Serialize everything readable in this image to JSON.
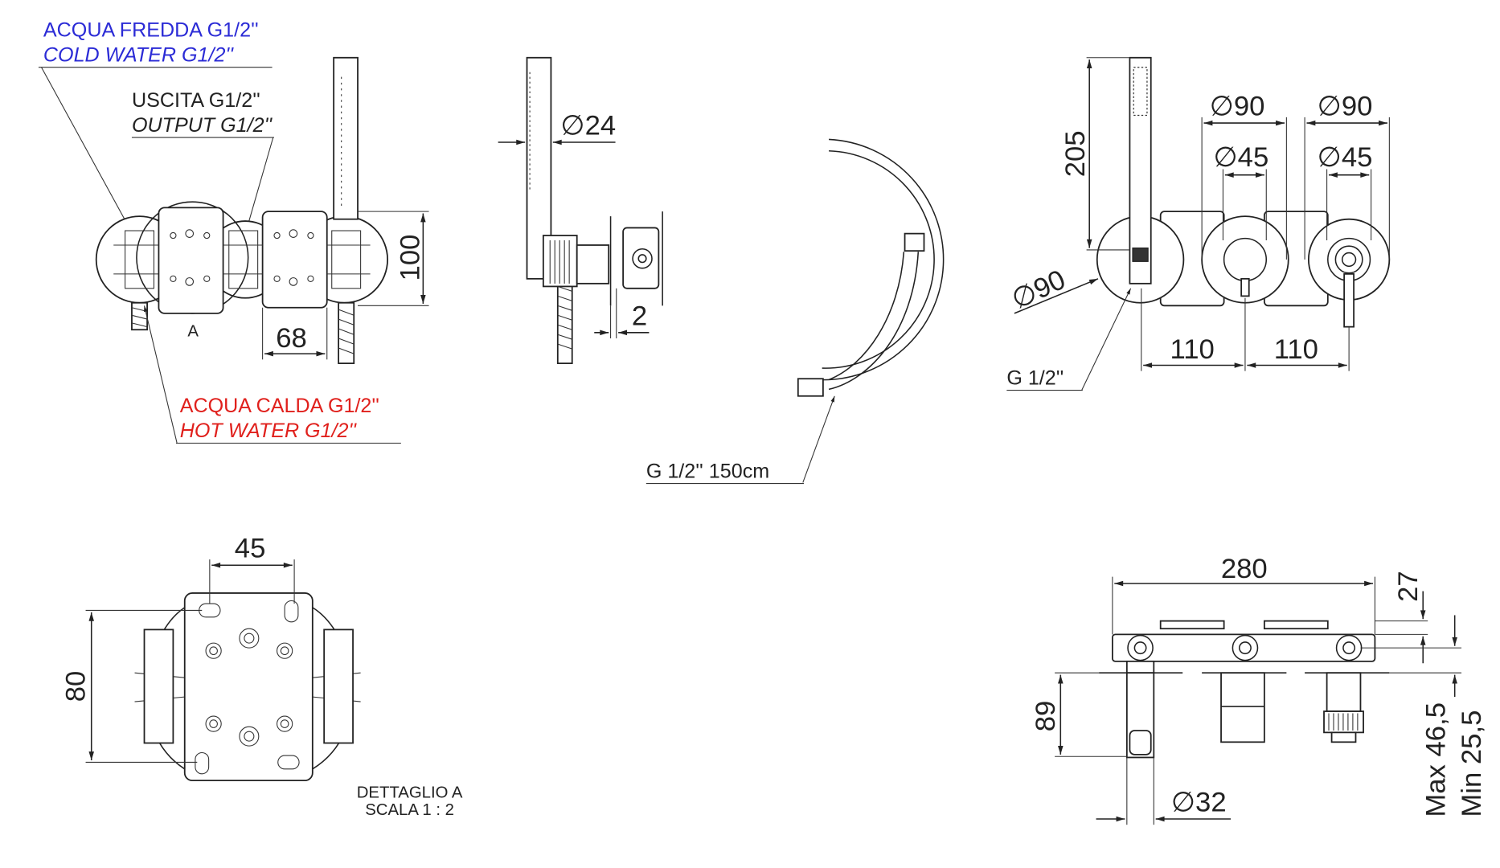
{
  "colors": {
    "cold": "#2b2bd6",
    "hot": "#e0201c",
    "line": "#222222"
  },
  "view_installation": {
    "cold_label_it": "ACQUA FREDDA G1/2''",
    "cold_label_en": "COLD WATER G1/2''",
    "output_label_it": "USCITA G1/2''",
    "output_label_en": "OUTPUT G1/2''",
    "hot_label_it": "ACQUA CALDA G1/2''",
    "hot_label_en": "HOT WATER G1/2''",
    "detail_marker": "A",
    "dim_height": "100",
    "dim_width": "68"
  },
  "view_side": {
    "dim_diameter": "∅24",
    "dim_offset": "2"
  },
  "view_hose": {
    "label": "G 1/2'' 150cm"
  },
  "view_front": {
    "dim_handle_height": "205",
    "dim_plate1": "∅90",
    "dim_plate2": "∅90",
    "dim_knob1": "∅45",
    "dim_knob2": "∅45",
    "dim_outlet_plate": "∅90",
    "dim_spacing1": "110",
    "dim_spacing2": "110",
    "thread_label": "G 1/2''"
  },
  "view_detail": {
    "dim_width": "45",
    "dim_height": "80",
    "title": "DETTAGLIO A",
    "scale": "SCALA 1 : 2"
  },
  "view_top": {
    "dim_total": "280",
    "dim_depth": "27",
    "dim_spout": "89",
    "dim_spout_diameter": "∅32",
    "dim_max": "Max 46,5",
    "dim_min": "Min 25,5"
  }
}
